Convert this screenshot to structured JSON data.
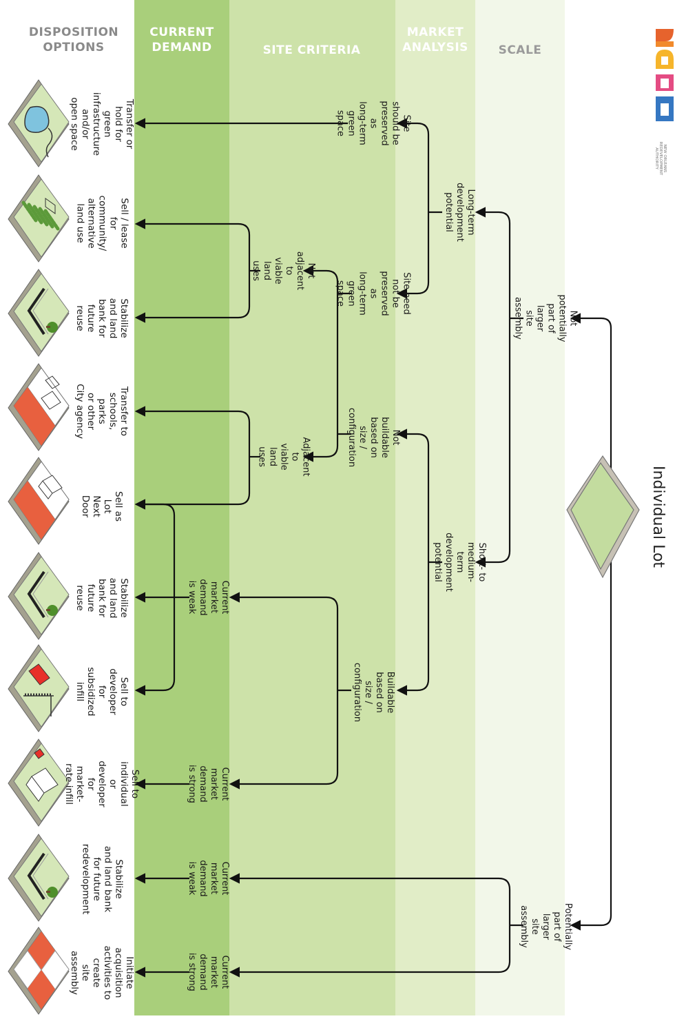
{
  "headers": {
    "disposition": "DISPOSITION\nOPTIONS",
    "demand": "CURRENT\nDEMAND",
    "site": "SITE CRITERIA",
    "market": "MARKET\nANALYSIS",
    "scale": "SCALE"
  },
  "colors": {
    "band_demand": "#a9cf7b",
    "band_site": "#cde2a9",
    "band_market": "#e1edc7",
    "band_scale": "#f2f7e9",
    "header_disposition": "#8a8a8a",
    "header_green": "#ffffff",
    "header_scale": "#9a9a9a",
    "arrow": "#111111"
  },
  "logo": {
    "text": "NEW ORLEANS\nREDEVELOPMENT\nAUTHORITY",
    "letters": [
      "n",
      "o",
      "r",
      "a"
    ]
  },
  "title": "Individual Lot",
  "scale_labels": {
    "not_potentially": "Not potentially\npart of larger\nsite assembly",
    "potentially": "Potentially\npart of larger\nsite assembly"
  },
  "market_labels": {
    "long_term": "Long-term\ndevelopment potential",
    "short_medium": "Short- to medium-term\ndevelopment potential"
  },
  "site_labels": {
    "preserved": "Site should be\npreserved as\nlong-term green space",
    "not_preserved": "Site need not be\npreserved as\nlong-term green space",
    "not_buildable": "Not buildable\nbased on\nsize / configuration",
    "buildable": "Buildable\nbased on\nsize / configuration",
    "not_adjacent": "Not adjacent to\nviable land uses",
    "adjacent": "Adjacent to\nviable land uses"
  },
  "demand_labels": [
    {
      "id": "weak_1",
      "text": "Current\nmarket demand\nis weak"
    },
    {
      "id": "strong_1",
      "text": "Current\nmarket demand\nis strong"
    },
    {
      "id": "weak_2",
      "text": "Current\nmarket demand\nis weak"
    },
    {
      "id": "strong_2",
      "text": "Current\nmarket demand\nis strong"
    }
  ],
  "options": [
    {
      "text": "Transfer or hold for\ngreen infrastructure\nand/or\nopen space",
      "icon": "pond-icon"
    },
    {
      "text": "Sell / lease for\ncommunity/\nalternative\nland use",
      "icon": "garden-icon"
    },
    {
      "text": "Stabilize\nand land\nbank for\nfuture reuse",
      "icon": "fenced-lot-icon"
    },
    {
      "text": "Transfer to\nschools, parks\nor other\nCity agency",
      "icon": "civic-building-icon"
    },
    {
      "text": "Sell as\nLot\nNext\nDoor",
      "icon": "house-next-door-icon"
    },
    {
      "text": "Stabilize\nand land\nbank for\nfuture reuse",
      "icon": "fenced-lot-icon"
    },
    {
      "text": "Sell to\ndeveloper for\nsubsidized\ninfill",
      "icon": "crane-icon"
    },
    {
      "text": "Sell to\nindividual or\ndeveloper for\nmarket-rate infill",
      "icon": "new-house-icon"
    },
    {
      "text": "Stabilize\nand land bank\nfor future\nredevelopment",
      "icon": "fenced-lot-icon"
    },
    {
      "text": "Initiate\nacquisition\nactivities to create\nsite assembly",
      "icon": "parcel-assembly-icon"
    }
  ]
}
